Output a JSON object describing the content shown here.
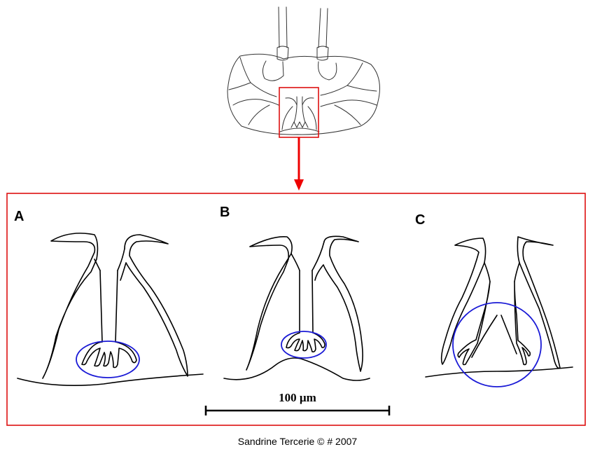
{
  "panels": [
    {
      "label": "A"
    },
    {
      "label": "B"
    },
    {
      "label": "C"
    }
  ],
  "scale_bar": {
    "label": "100 µm"
  },
  "credit": "Sandrine Tercerie © # 2007",
  "colors": {
    "frame": "#dd1111",
    "arrow": "#ee0000",
    "highlight_circle": "#1a1ad6",
    "ink": "#000000"
  }
}
